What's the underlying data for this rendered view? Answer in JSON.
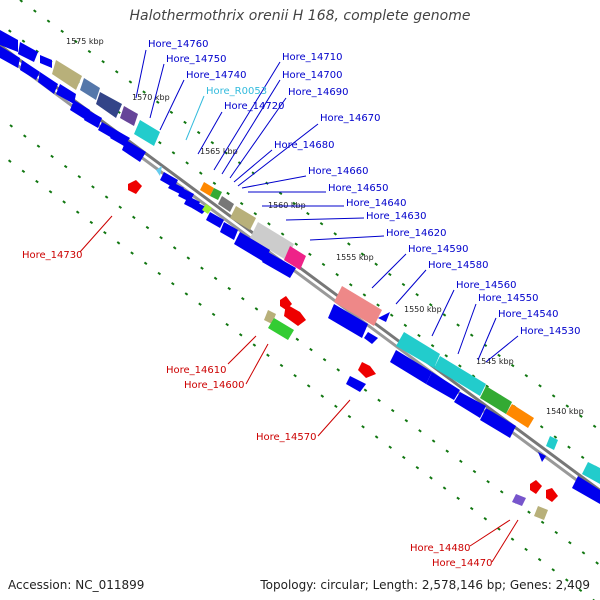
{
  "title": "Halothermothrix orenii H 168, complete genome",
  "accession": "Accession: NC_011899",
  "topology": "Topology: circular; Length: 2,578,146 bp; Genes: 2,409",
  "colors": {
    "cds": "#0000ee",
    "highlight": "#ee0000",
    "trna": "#66ccee",
    "label_blue": "#0000cc",
    "label_red": "#cc0000",
    "label_cyan": "#33bbdd",
    "backbone": "#888888",
    "ticks": "#117711"
  },
  "scale_labels": [
    {
      "text": "1575 kbp"
    },
    {
      "text": "1570 kbp"
    },
    {
      "text": "1565 kbp"
    },
    {
      "text": "1560 kbp"
    },
    {
      "text": "1555 kbp"
    },
    {
      "text": "1550 kbp"
    },
    {
      "text": "1545 kbp"
    },
    {
      "text": "1540 kbp"
    }
  ],
  "gene_labels": [
    {
      "text": "Hore_14760",
      "color": "blue"
    },
    {
      "text": "Hore_14750",
      "color": "blue"
    },
    {
      "text": "Hore_14740",
      "color": "blue"
    },
    {
      "text": "Hore_R0053",
      "color": "cyan"
    },
    {
      "text": "Hore_14720",
      "color": "blue"
    },
    {
      "text": "Hore_14710",
      "color": "blue"
    },
    {
      "text": "Hore_14700",
      "color": "blue"
    },
    {
      "text": "Hore_14690",
      "color": "blue"
    },
    {
      "text": "Hore_14680",
      "color": "blue"
    },
    {
      "text": "Hore_14670",
      "color": "blue"
    },
    {
      "text": "Hore_14660",
      "color": "blue"
    },
    {
      "text": "Hore_14650",
      "color": "blue"
    },
    {
      "text": "Hore_14640",
      "color": "blue"
    },
    {
      "text": "Hore_14630",
      "color": "blue"
    },
    {
      "text": "Hore_14620",
      "color": "blue"
    },
    {
      "text": "Hore_14590",
      "color": "blue"
    },
    {
      "text": "Hore_14580",
      "color": "blue"
    },
    {
      "text": "Hore_14560",
      "color": "blue"
    },
    {
      "text": "Hore_14550",
      "color": "blue"
    },
    {
      "text": "Hore_14540",
      "color": "blue"
    },
    {
      "text": "Hore_14530",
      "color": "blue"
    },
    {
      "text": "Hore_14730",
      "color": "red"
    },
    {
      "text": "Hore_14610",
      "color": "red"
    },
    {
      "text": "Hore_14600",
      "color": "red"
    },
    {
      "text": "Hore_14570",
      "color": "red"
    },
    {
      "text": "Hore_14480",
      "color": "red"
    },
    {
      "text": "Hore_14470",
      "color": "red"
    }
  ]
}
